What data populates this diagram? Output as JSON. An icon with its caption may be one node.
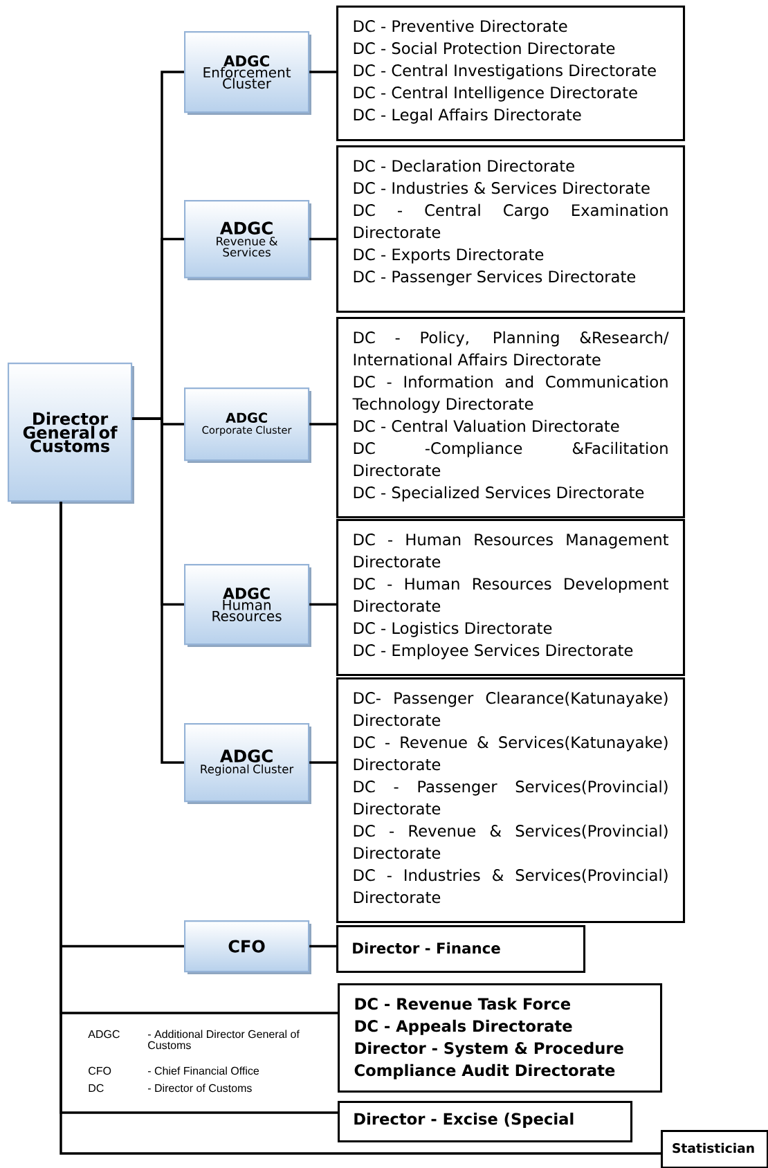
{
  "diagram": {
    "nodes": [
      {
        "text": [
          "Director General of Customs"
        ]
      },
      {
        "text": [
          "ADGC",
          "Enforcement Cluster"
        ]
      },
      {
        "text": [
          "DC - Preventive Directorate",
          "DC - Social Protection Directorate",
          "DC - Central Investigations Directorate",
          "DC - Central Intelligence Directorate",
          "DC - Legal Affairs Directorate"
        ]
      },
      {
        "text": [
          "ADGC",
          "Revenue & Services"
        ]
      },
      {
        "text": [
          "DC - Declaration Directorate",
          "DC - Industries & Services Directorate",
          "DC - Central Cargo Examination Directorate",
          "DC - Exports Directorate",
          "DC - Passenger Services Directorate"
        ]
      },
      {
        "text": [
          "ADGC",
          "Corporate Cluster"
        ]
      },
      {
        "text": [
          "DC - Policy, Planning &Research/ International Affairs Directorate",
          "DC - Information and Communication Technology Directorate",
          "DC - Central Valuation Directorate",
          "DC -Compliance &Facilitation Directorate",
          "DC - Specialized Services Directorate"
        ]
      },
      {
        "text": [
          "ADGC",
          "Human Resources"
        ]
      },
      {
        "text": [
          "DC - Human Resources Management Directorate",
          "DC - Human Resources Development Directorate",
          "DC - Logistics Directorate",
          "DC - Employee Services Directorate"
        ]
      },
      {
        "text": [
          "ADGC",
          "Regional Cluster"
        ]
      },
      {
        "text": [
          "DC- Passenger Clearance(Katunayake) Directorate",
          "DC - Revenue & Services(Katunayake) Directorate",
          "DC - Passenger Services(Provincial) Directorate",
          "DC - Revenue & Services(Provincial) Directorate",
          "DC - Industries & Services(Provincial) Directorate"
        ]
      },
      {
        "text": [
          "CFO"
        ]
      },
      {
        "text": [
          "Director - Finance"
        ]
      },
      {
        "text": [
          "DC - Revenue Task Force",
          "DC - Appeals Directorate",
          "Director - System & Procedure Compliance Audit Directorate"
        ]
      },
      {
        "text": [
          "Director - Excise (Special"
        ]
      },
      {
        "text": [
          "Statistician"
        ]
      }
    ],
    "edges": [
      {
        "from": 0,
        "to": 1,
        "arrow": "none"
      },
      {
        "from": 0,
        "to": 3,
        "arrow": "none"
      },
      {
        "from": 0,
        "to": 5,
        "arrow": "none"
      },
      {
        "from": 0,
        "to": 7,
        "arrow": "none"
      },
      {
        "from": 0,
        "to": 9,
        "arrow": "none"
      },
      {
        "from": 1,
        "to": 2,
        "arrow": "none"
      },
      {
        "from": 3,
        "to": 4,
        "arrow": "none"
      },
      {
        "from": 5,
        "to": 6,
        "arrow": "none"
      },
      {
        "from": 7,
        "to": 8,
        "arrow": "none"
      },
      {
        "from": 9,
        "to": 10,
        "arrow": "none"
      },
      {
        "from": 0,
        "to": 11,
        "arrow": "none"
      },
      {
        "from": 11,
        "to": 12,
        "arrow": "none"
      },
      {
        "from": 0,
        "to": 13,
        "arrow": "none"
      },
      {
        "from": 0,
        "to": 14,
        "arrow": "none"
      },
      {
        "from": 0,
        "to": 15,
        "arrow": "none"
      }
    ],
    "labels": [
      "ADGC",
      "- Additional Director General of Customs",
      "CFO",
      "- Chief Financial Office",
      "DC",
      "- Director of Customs"
    ]
  }
}
